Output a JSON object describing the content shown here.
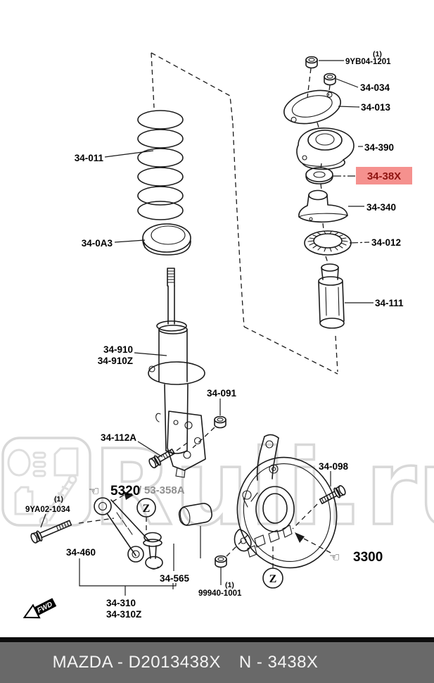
{
  "parts": {
    "nut_upper": {
      "qty": "(1)",
      "label": "9YB04-1201"
    },
    "nut_mount": {
      "label": "34-034"
    },
    "mount_plate": {
      "label": "34-013"
    },
    "strut_mount": {
      "label": "34-390"
    },
    "bearing": {
      "label": "34-38X",
      "highlighted": true
    },
    "spring_seat_upper": {
      "label": "34-340"
    },
    "dust_cover": {
      "label": "34-012"
    },
    "bump_stop": {
      "label": "34-111"
    },
    "coil_spring": {
      "label": "34-011"
    },
    "spring_seat_lower": {
      "label": "34-0A3"
    },
    "strut": {
      "label": "34-910",
      "label2": "34-910Z"
    },
    "strut_nut": {
      "label": "34-091"
    },
    "bracket_bolt": {
      "label": "34-112A"
    },
    "arm_ref": {
      "code": "5320",
      "sep": "/",
      "alt_code": "53-358A"
    },
    "arm_bolt": {
      "qty": "(1)",
      "label": "9YA02-1034"
    },
    "arm_bushing": {
      "label": "34-460"
    },
    "ball_joint": {
      "label": "34-565"
    },
    "lower_arm": {
      "label": "34-310",
      "label2": "34-310Z"
    },
    "knuckle_nut": {
      "qty": "(1)",
      "label": "99940-1001"
    },
    "shield_bolt": {
      "label": "34-098"
    },
    "knuckle_ref": {
      "code": "3300"
    },
    "zone_marker": {
      "letter": "Z"
    }
  },
  "annotations": {
    "fwd": "FWD"
  },
  "watermark": {
    "text": "Ruli.ru"
  },
  "footer": {
    "brand_code": "MAZDA - D2013438X",
    "catalog_code": "N - 3438X"
  },
  "colors": {
    "highlight_bg": "#f5918e",
    "highlight_text": "#8e1410",
    "line": "#1a1a1a",
    "watermark": "#d8d8d8",
    "footer_bg": "#696969",
    "footer_text": "#f4f4f4"
  }
}
